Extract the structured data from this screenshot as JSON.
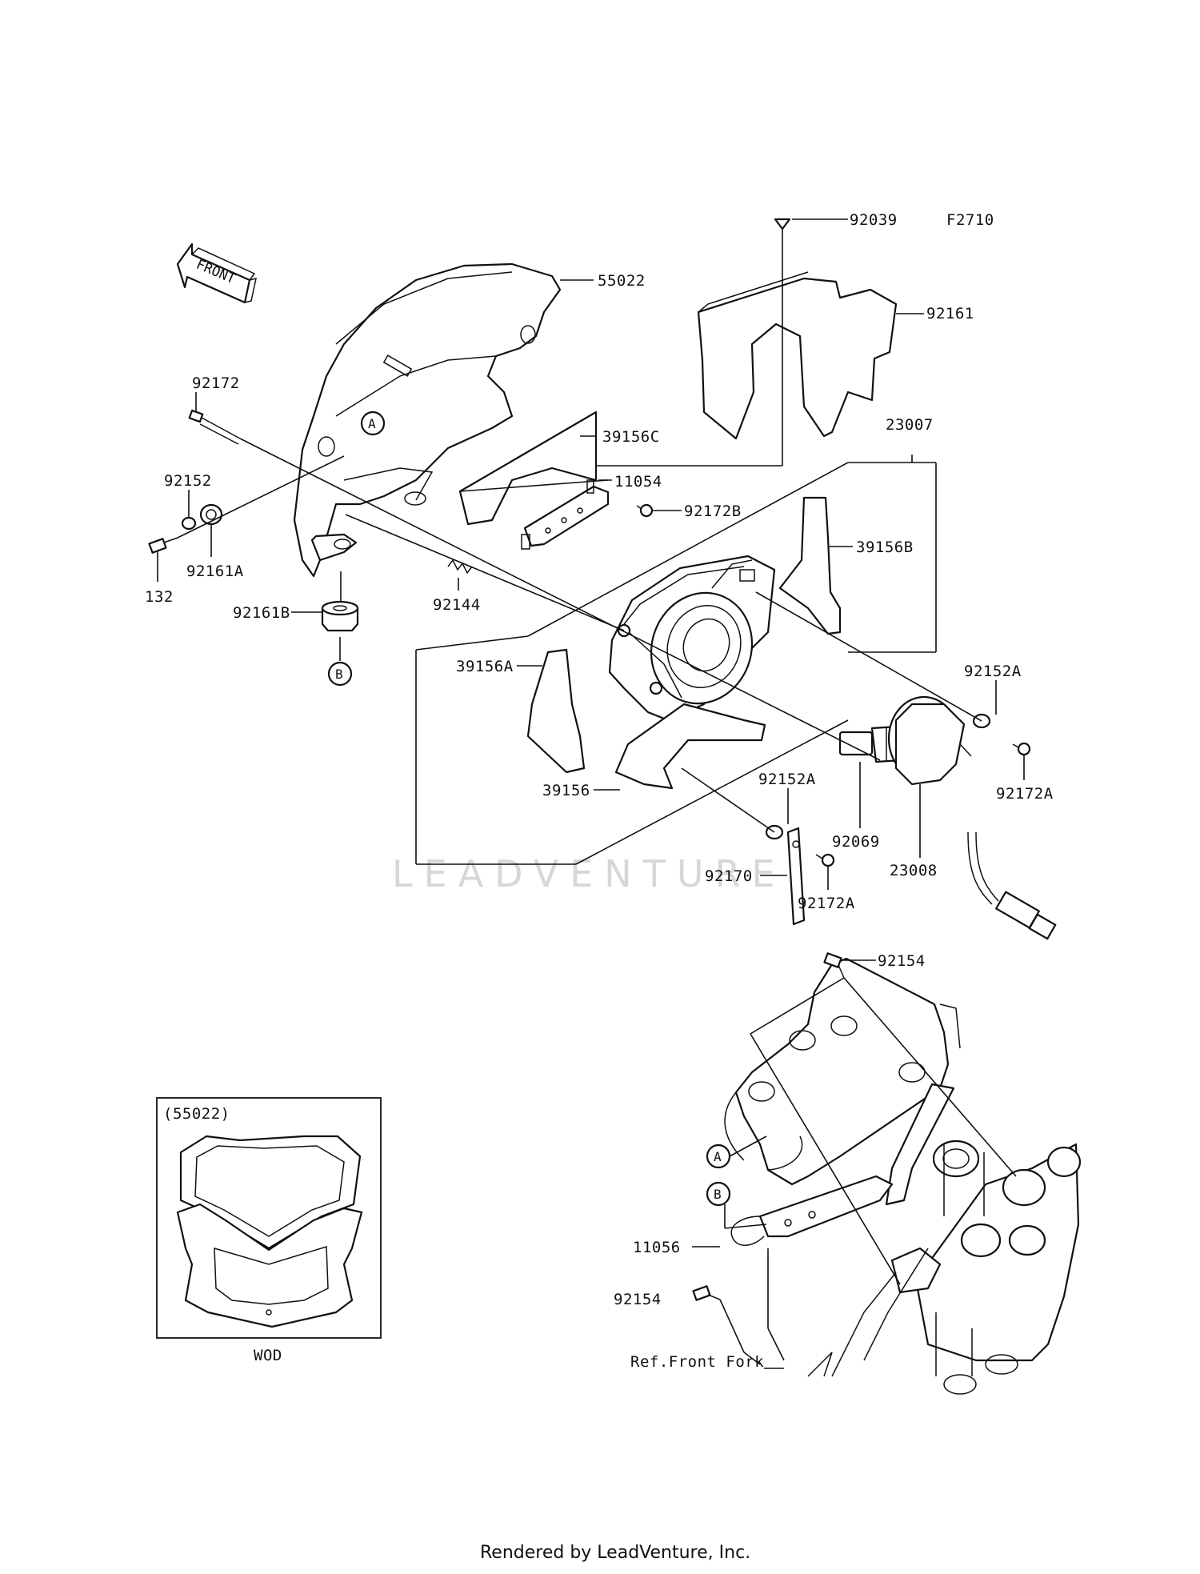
{
  "diagram": {
    "code": "F2710",
    "front_label": "FRONT",
    "watermark": "LEADVENTURE",
    "footer": "Rendered by LeadVenture, Inc.",
    "callouts": {
      "a": "A",
      "b": "B"
    },
    "inset": {
      "header": "(55022)",
      "caption": "WOD"
    },
    "reference": "Ref.Front Fork",
    "parts": {
      "p55022": "55022",
      "p92039": "92039",
      "p92161": "92161",
      "p92172": "92172",
      "p39156c": "39156C",
      "p23007": "23007",
      "p11054": "11054",
      "p92172b": "92172B",
      "p92152": "92152",
      "p132": "132",
      "p92161a": "92161A",
      "p92144": "92144",
      "p39156b": "39156B",
      "p92161b": "92161B",
      "p39156a": "39156A",
      "p92152a_1": "92152A",
      "p92172a_1": "92172A",
      "p39156": "39156",
      "p92152a_2": "92152A",
      "p92069": "92069",
      "p92170": "92170",
      "p23008": "23008",
      "p92172a_2": "92172A",
      "p92154_1": "92154",
      "p11056": "11056",
      "p92154_2": "92154"
    }
  }
}
